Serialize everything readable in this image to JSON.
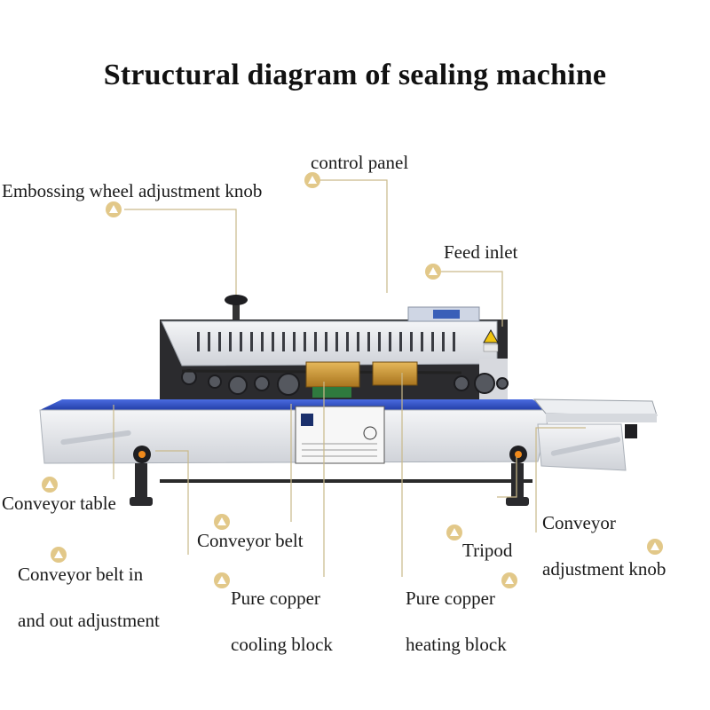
{
  "title": "Structural diagram of sealing machine",
  "labels": {
    "control_panel": "control panel",
    "embossing_knob": "Embossing wheel adjustment knob",
    "feed_inlet": "Feed inlet",
    "conveyor_table": "Conveyor table",
    "conveyor_belt": "Conveyor belt",
    "tripod": "Tripod",
    "conveyor_adjustment_line1": "Conveyor",
    "conveyor_adjustment_line2": "adjustment knob",
    "belt_in_out_line1": "Conveyor belt in",
    "belt_in_out_line2": "and out adjustment",
    "cooling_block_line1": "Pure copper",
    "cooling_block_line2": "cooling block",
    "heating_block_line1": "Pure copper",
    "heating_block_line2": "heating block"
  },
  "colors": {
    "leader_line": "#c9b98a",
    "marker_fill": "#e2c889",
    "belt_blue": "#2f4fc9",
    "steel": "#e4e6ea"
  }
}
